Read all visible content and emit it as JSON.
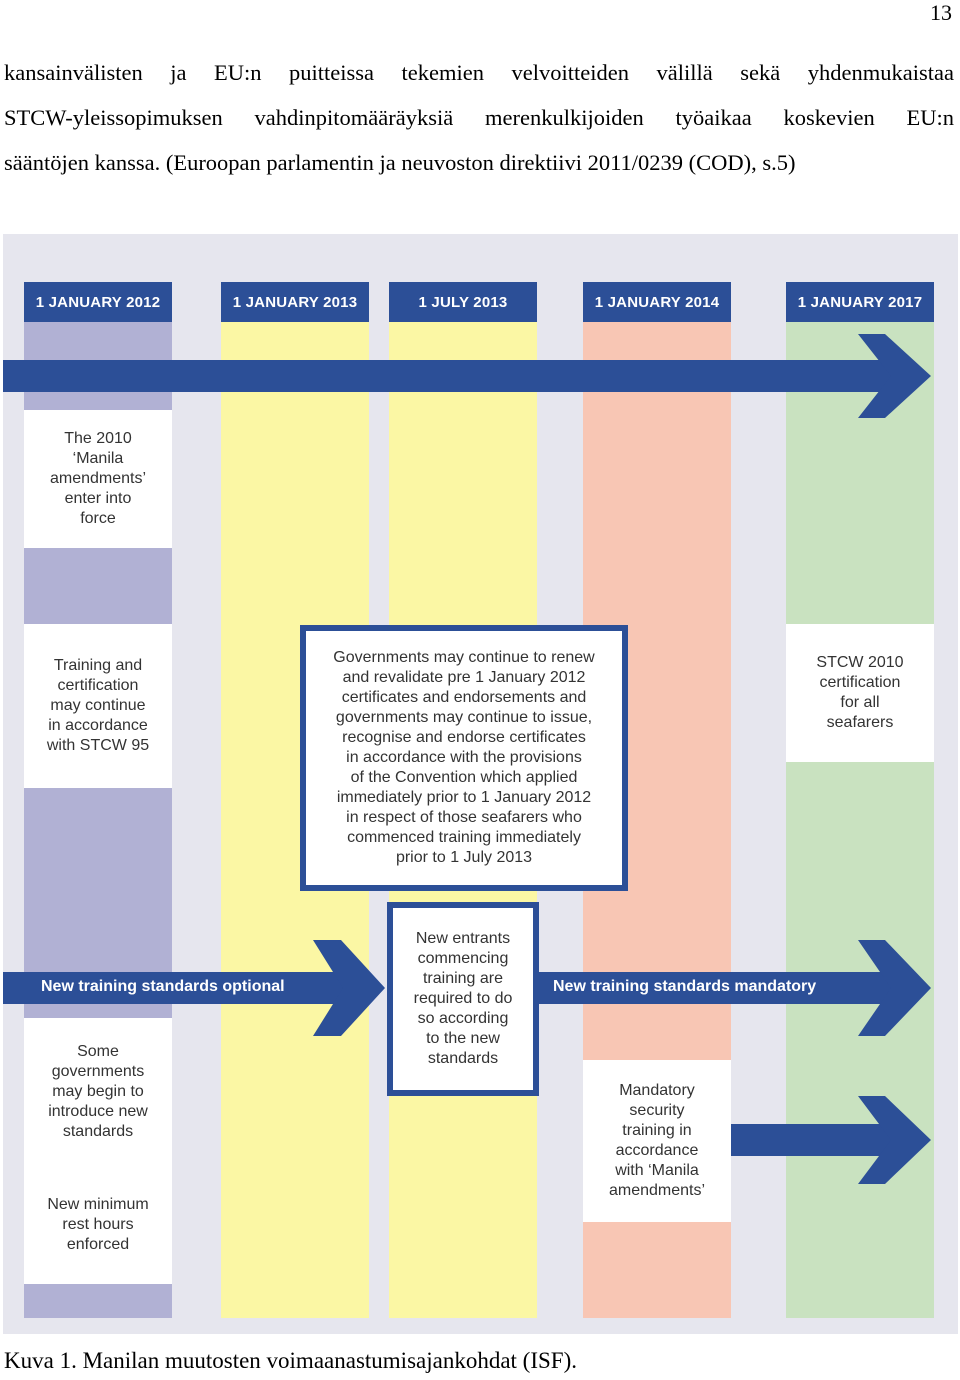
{
  "page_number": "13",
  "intro_lines": [
    "kansainvälisten ja EU:n puitteissa tekemien velvoitteiden välillä sekä yhdenmukaistaa",
    "STCW-yleissopimuksen vahdinpitomääräyksiä merenkulkijoiden työaikaa koskevien EU:n",
    "sääntöjen kanssa. (Euroopan parlamentin ja neuvoston direktiivi 2011/0239 (COD), s.5)"
  ],
  "figure": {
    "colors": {
      "navy": "#2c4f97",
      "col_purple": "#b1b1d4",
      "col_yellow": "#fbf7a4",
      "col_salmon": "#f8c6b4",
      "col_green": "#c9e2c0",
      "background": "#e6e6ee"
    },
    "dates": [
      "1 JANUARY 2012",
      "1 JANUARY 2013",
      "1 JULY 2013",
      "1 JANUARY 2014",
      "1 JANUARY 2017"
    ],
    "boxes": {
      "manila_enter": [
        "The 2010",
        "‘Manila",
        "amendments’",
        "enter into",
        "force"
      ],
      "training_stcw95": [
        "Training and",
        "certification",
        "may continue",
        "in accordance",
        "with STCW 95"
      ],
      "governments_renew": [
        "Governments may continue to renew",
        "and revalidate pre 1 January 2012",
        "certificates and endorsements and",
        "governments may continue to issue,",
        "recognise and endorse certificates",
        "in accordance with the provisions",
        "of the Convention which applied",
        "immediately prior to 1 January 2012",
        "in respect of those seafarers who",
        "commenced training immediately",
        "prior to 1 July 2013"
      ],
      "stcw2010_cert": [
        "STCW 2010",
        "certification",
        "for all",
        "seafarers"
      ],
      "new_entrants": [
        "New entrants",
        "commencing",
        "training are",
        "required to do",
        "so according",
        "to the new",
        "standards"
      ],
      "some_governments": [
        "Some",
        "governments",
        "may begin to",
        "introduce new",
        "standards"
      ],
      "mandatory_security": [
        "Mandatory",
        "security",
        "training in",
        "accordance",
        "with ‘Manila",
        "amendments’"
      ],
      "rest_hours": [
        "New minimum",
        "rest hours",
        "enforced"
      ]
    },
    "band_labels": {
      "optional": "New training standards optional",
      "mandatory": "New training standards mandatory"
    }
  },
  "caption": "Kuva 1. Manilan muutosten voimaanastumisajankohdat (ISF)."
}
